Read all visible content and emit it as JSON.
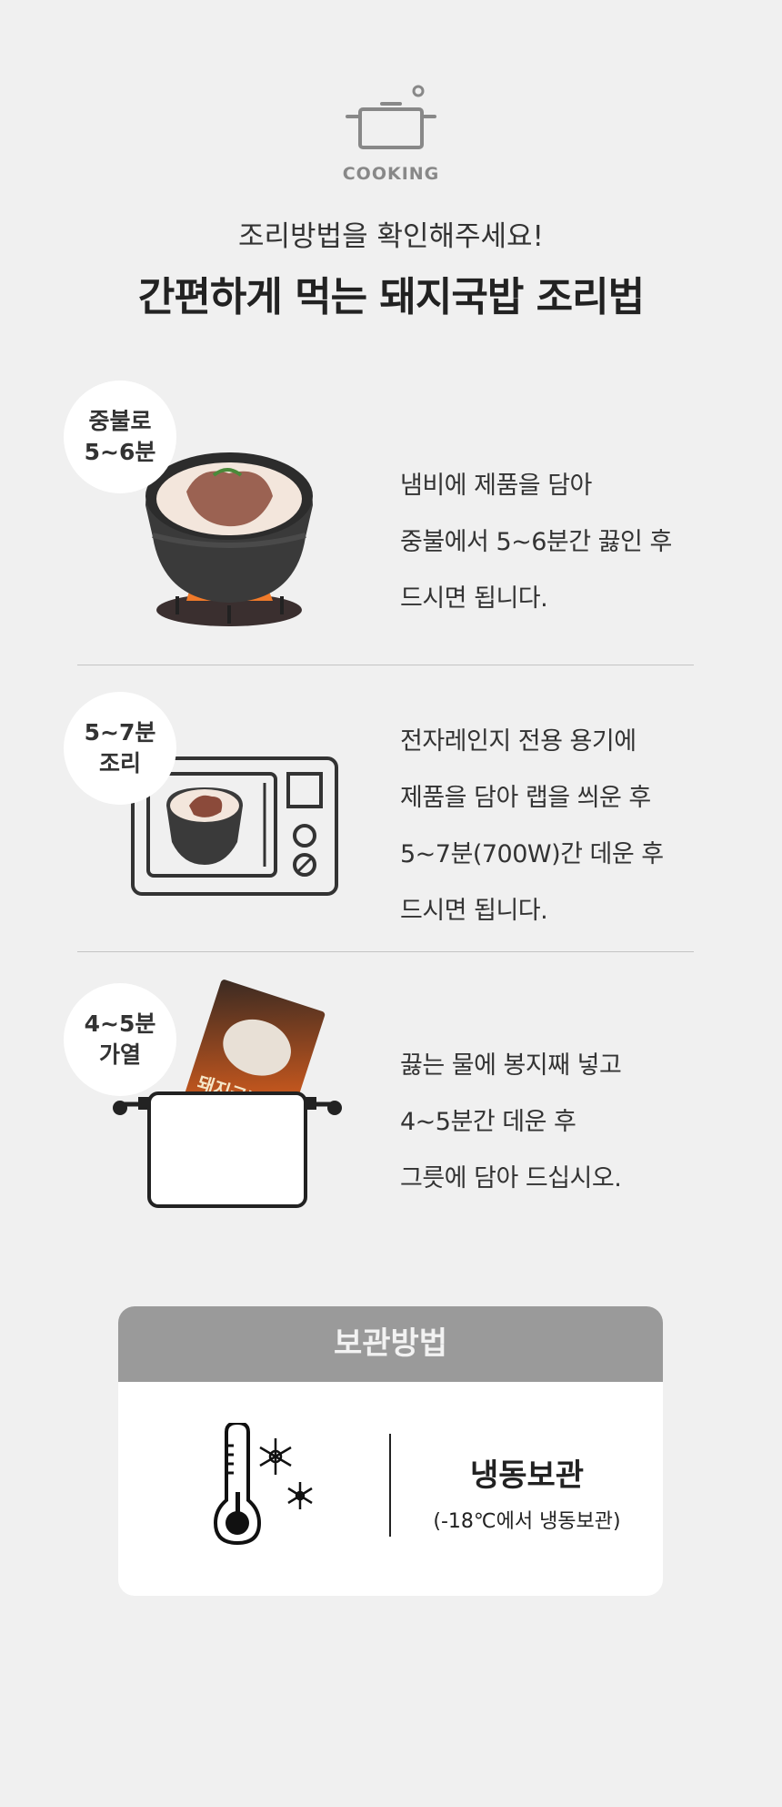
{
  "header": {
    "icon": "cooking-pot-icon",
    "icon_label": "COOKING",
    "subtitle": "조리방법을 확인해주세요!",
    "title": "간편하게 먹는 돼지국밥 조리법"
  },
  "steps": [
    {
      "badge": [
        "중불로",
        "5~6분"
      ],
      "image": "stone-pot-on-stove",
      "lines": [
        "냄비에 제품을 담아",
        "중불에서 5~6분간 끓인 후",
        "드시면 됩니다."
      ]
    },
    {
      "badge": [
        "5~7분",
        "조리"
      ],
      "image": "microwave",
      "lines": [
        "전자레인지 전용 용기에",
        "제품을 담아 랩을 씌운 후",
        "5~7분(700W)간 데운 후",
        "드시면 됩니다."
      ]
    },
    {
      "badge": [
        "4~5분",
        "가열"
      ],
      "image": "pouch-in-pot",
      "pouch_label": "돼지국밥",
      "lines": [
        "끓는 물에 봉지째 넣고",
        "4~5분간 데운 후",
        "그릇에 담아 드십시오."
      ]
    }
  ],
  "storage": {
    "title": "보관방법",
    "icon": "thermometer-snowflake-icon",
    "method": "냉동보관",
    "detail": "(-18℃에서 냉동보관)"
  },
  "colors": {
    "background": "#f0f0f0",
    "storage_header": "#9a9a9a",
    "flame": "#f07a2a",
    "pot": "#3a3a3a"
  }
}
